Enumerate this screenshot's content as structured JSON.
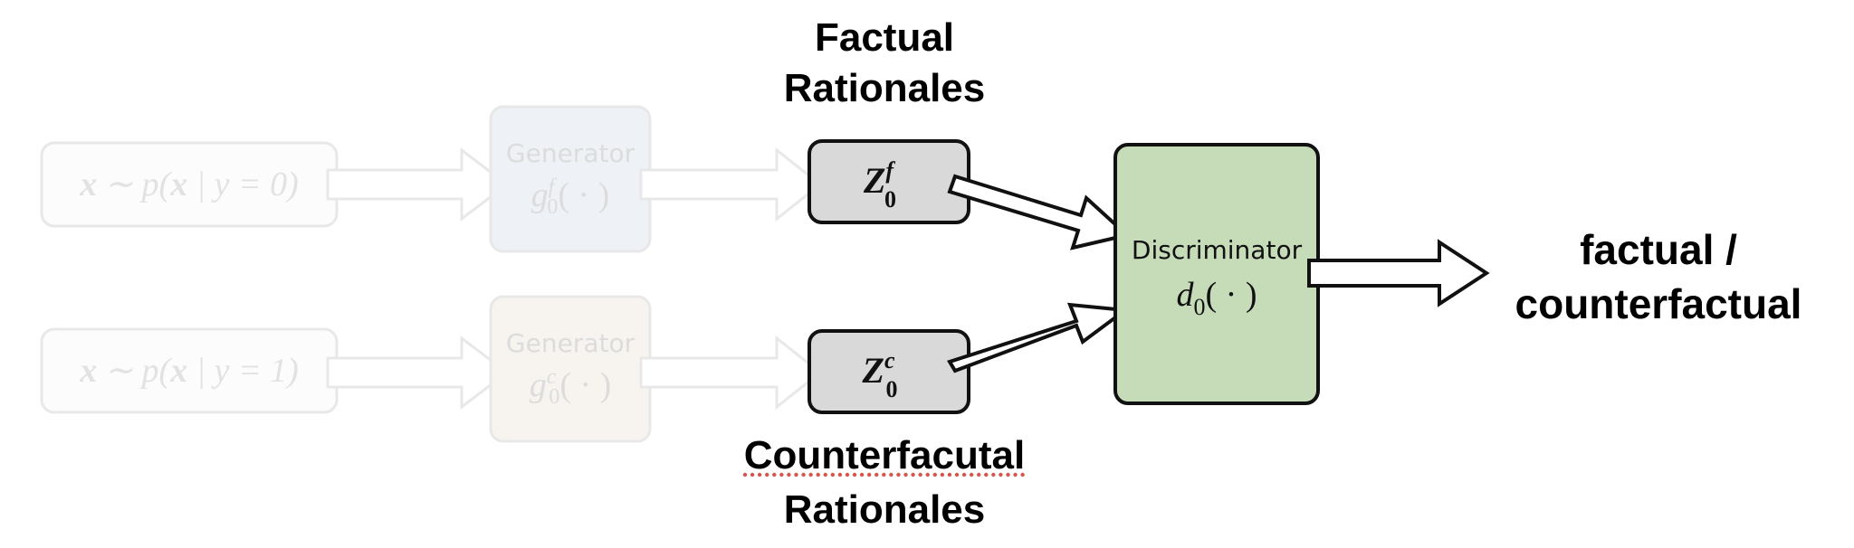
{
  "labels": {
    "factual_title_line1": "Factual",
    "factual_title_line2": "Rationales",
    "counterfactual_title_line1": "Counterfacutal",
    "counterfactual_title_line2": "Rationales",
    "output_line1": "factual /",
    "output_line2": "counterfactual"
  },
  "faded_inputs": [
    {
      "prefix": "x ∼ p(",
      "bold_x": "x",
      "suffix": " | y = 0)"
    },
    {
      "prefix": "x ∼ p(",
      "bold_x": "x",
      "suffix": " | y = 1)"
    }
  ],
  "faded_generators": [
    {
      "title": "Generator",
      "fn": "g",
      "sup": "f",
      "sub": "0",
      "args": "( · )"
    },
    {
      "title": "Generator",
      "fn": "g",
      "sup": "c",
      "sub": "0",
      "args": "( · )"
    }
  ],
  "rationale_boxes": [
    {
      "base": "Z",
      "sup": "f",
      "sub": "0"
    },
    {
      "base": "Z",
      "sup": "c",
      "sub": "0"
    }
  ],
  "discriminator": {
    "title": "Discriminator",
    "fn": "d",
    "sub": "0",
    "args": "( · )"
  },
  "colors": {
    "rationale_fill": "#d9d9d9",
    "discriminator_fill": "#c6dcb9",
    "faded_stroke": "#e8e8e8",
    "faded_text": "#e4e4e4",
    "faded_generator_top": "#eef1f6",
    "faded_generator_bottom": "#f7f3ef"
  }
}
